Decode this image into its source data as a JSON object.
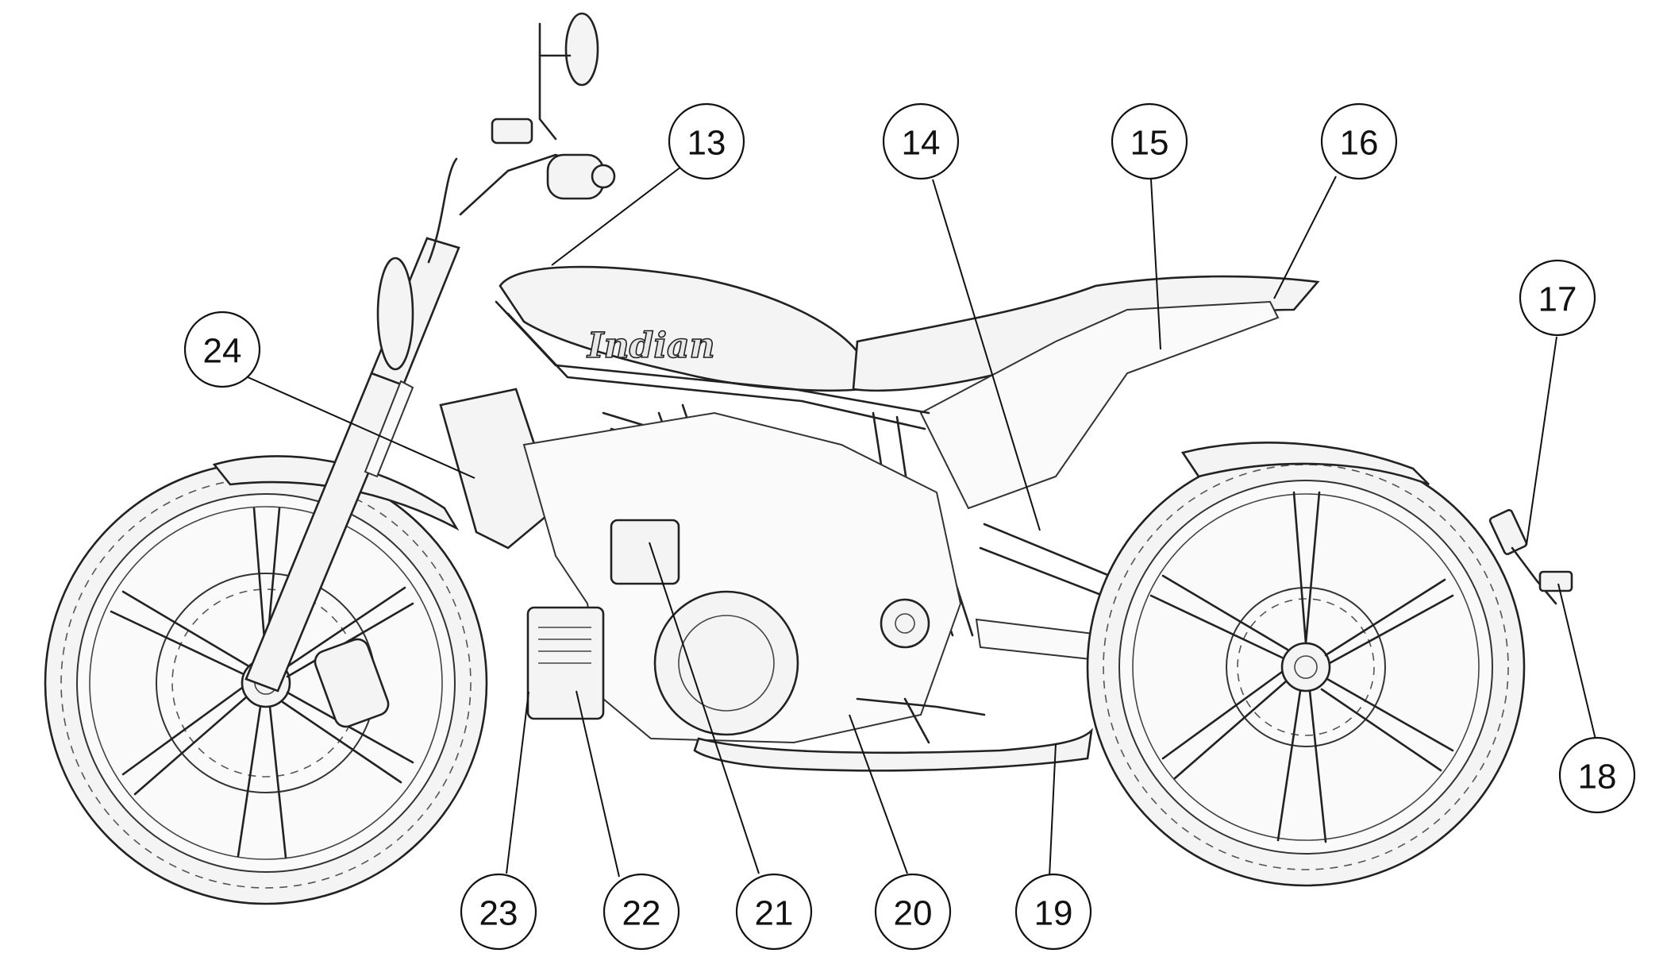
{
  "diagram": {
    "brand_logo": "Indian",
    "callouts": [
      {
        "id": "13",
        "label": "13"
      },
      {
        "id": "14",
        "label": "14"
      },
      {
        "id": "15",
        "label": "15"
      },
      {
        "id": "16",
        "label": "16"
      },
      {
        "id": "17",
        "label": "17"
      },
      {
        "id": "18",
        "label": "18"
      },
      {
        "id": "19",
        "label": "19"
      },
      {
        "id": "20",
        "label": "20"
      },
      {
        "id": "21",
        "label": "21"
      },
      {
        "id": "22",
        "label": "22"
      },
      {
        "id": "23",
        "label": "23"
      },
      {
        "id": "24",
        "label": "24"
      }
    ]
  }
}
